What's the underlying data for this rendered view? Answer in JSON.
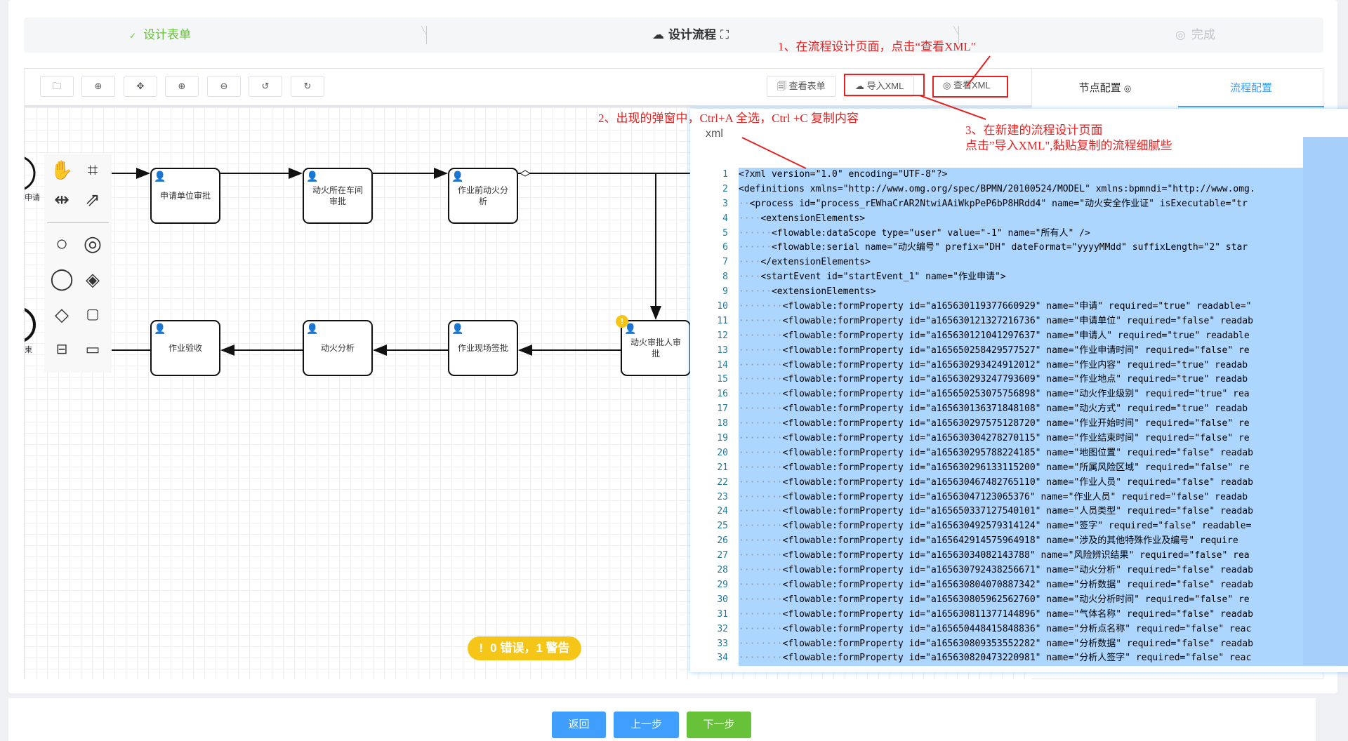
{
  "steps": [
    {
      "label": "设计表单",
      "state": "done",
      "icon": "check-icon"
    },
    {
      "label": "设计流程",
      "state": "active",
      "icon": "cloud-icon"
    },
    {
      "label": "完成",
      "state": "pending",
      "icon": "check-circle-icon"
    }
  ],
  "toolbar": {
    "icons": [
      "folder-icon",
      "add-circle-icon",
      "move-icon",
      "zoom-in-icon",
      "zoom-out-icon",
      "undo-icon",
      "redo-icon"
    ],
    "view_form": "查看表单",
    "import_xml": "导入XML",
    "view_xml": "查看XML"
  },
  "right_panel": {
    "tabs": [
      {
        "label": "节点配置",
        "active": false
      },
      {
        "label": "流程配置",
        "active": true
      }
    ]
  },
  "diagram": {
    "start_label": "申请",
    "end_label": "束",
    "top_row": [
      "申请单位审批",
      "动火所在车间审批",
      "作业前动火分析"
    ],
    "bottom_row": [
      "作业验收",
      "动火分析",
      "作业现场签批",
      "动火审批人审批"
    ]
  },
  "validation": {
    "text": "0 错误，1 警告",
    "icon": "!"
  },
  "modal": {
    "title": "xml",
    "lines": [
      "<?xml version=\"1.0\" encoding=\"UTF-8\"?>",
      "<definitions xmlns=\"http://www.omg.org/spec/BPMN/20100524/MODEL\" xmlns:bpmndi=\"http://www.omg.",
      "  <process id=\"process_rEWhaCrAR2NtwiAAiWkpPeP6bP8HRdd4\" name=\"动火安全作业证\" isExecutable=\"tr",
      "    <extensionElements>",
      "      <flowable:dataScope type=\"user\" value=\"-1\" name=\"所有人\" />",
      "      <flowable:serial name=\"动火编号\" prefix=\"DH\" dateFormat=\"yyyyMMdd\" suffixLength=\"2\" star",
      "    </extensionElements>",
      "    <startEvent id=\"startEvent_1\" name=\"作业申请\">",
      "      <extensionElements>",
      "        <flowable:formProperty id=\"a165630119377660929\" name=\"申请\" required=\"true\" readable=\"",
      "        <flowable:formProperty id=\"a165630121327216736\" name=\"申请单位\" required=\"false\" readab",
      "        <flowable:formProperty id=\"a165630121041297637\" name=\"申请人\" required=\"true\" readable",
      "        <flowable:formProperty id=\"a165650258429577527\" name=\"作业申请时间\" required=\"false\" re",
      "        <flowable:formProperty id=\"a165630293424912012\" name=\"作业内容\" required=\"true\" readab",
      "        <flowable:formProperty id=\"a165630293247793609\" name=\"作业地点\" required=\"true\" readab",
      "        <flowable:formProperty id=\"a165650253075756898\" name=\"动火作业级别\" required=\"true\" rea",
      "        <flowable:formProperty id=\"a165630136371848108\" name=\"动火方式\" required=\"true\" readab",
      "        <flowable:formProperty id=\"a165630297575128720\" name=\"作业开始时间\" required=\"false\" re",
      "        <flowable:formProperty id=\"a165630304278270115\" name=\"作业结束时间\" required=\"false\" re",
      "        <flowable:formProperty id=\"a165630295788224185\" name=\"地图位置\" required=\"false\" readab",
      "        <flowable:formProperty id=\"a165630296133115200\" name=\"所属风险区域\" required=\"false\" re",
      "        <flowable:formProperty id=\"a165630467482765110\" name=\"作业人员\" required=\"false\" readab",
      "        <flowable:formProperty id=\"a16563047123065376\" name=\"作业人员\" required=\"false\" readab",
      "        <flowable:formProperty id=\"a165650337127540101\" name=\"人员类型\" required=\"false\" readab",
      "        <flowable:formProperty id=\"a165630492579314124\" name=\"签字\" required=\"false\" readable=",
      "        <flowable:formProperty id=\"a165642914575964918\" name=\"涉及的其他特殊作业及编号\" require",
      "        <flowable:formProperty id=\"a16563034082143788\" name=\"风险辨识结果\" required=\"false\" rea",
      "        <flowable:formProperty id=\"a165630792438256671\" name=\"动火分析\" required=\"false\" readab",
      "        <flowable:formProperty id=\"a165630804070887342\" name=\"分析数据\" required=\"false\" readab",
      "        <flowable:formProperty id=\"a165630805962562760\" name=\"动火分析时间\" required=\"false\" re",
      "        <flowable:formProperty id=\"a165630811377144896\" name=\"气体名称\" required=\"false\" readab",
      "        <flowable:formProperty id=\"a165650448415848836\" name=\"分析点名称\" required=\"false\" reac",
      "        <flowable:formProperty id=\"a165630809353552282\" name=\"分析数据\" required=\"false\" readab",
      "        <flowable:formProperty id=\"a165630820473220981\" name=\"分析人签字\" required=\"false\" reac"
    ]
  },
  "annotations": {
    "a1": "1、在流程设计页面，点击“查看XML\"",
    "a2": "2、出现的弹窗中，Ctrl+A 全选，Ctrl +C 复制内容",
    "a3_line1": "3、在新建的流程设计页面",
    "a3_line2": "点击”导入XML\",黏贴复制的流程细腻些"
  },
  "footer": {
    "back": "返回",
    "prev": "上一步",
    "next": "下一步"
  },
  "colors": {
    "primary": "#409eff",
    "success": "#67c23a",
    "warning": "#f5c518",
    "annotation": "#e52222"
  }
}
